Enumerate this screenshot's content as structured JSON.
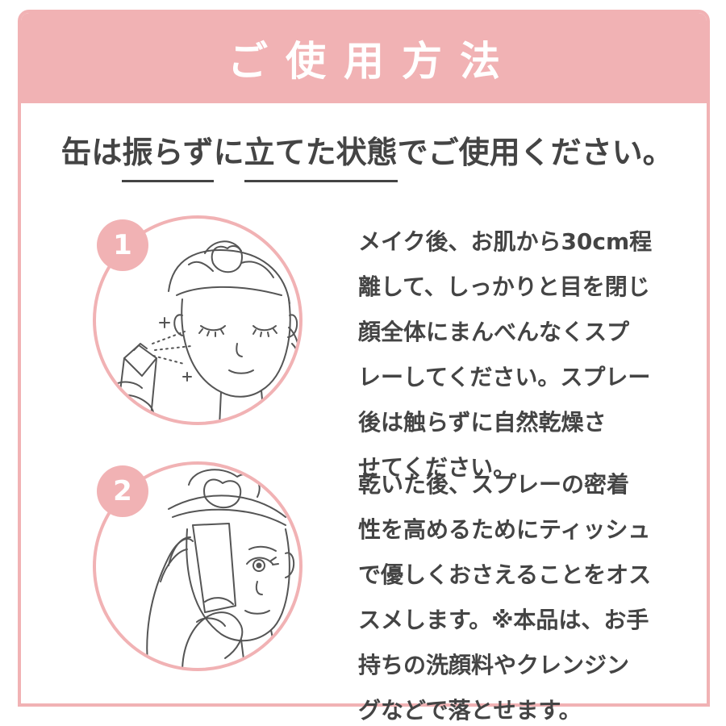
{
  "header": {
    "title": "ご使用方法"
  },
  "instruction": {
    "p1": "缶は",
    "u1": "振らず",
    "p2": "に",
    "u2": "立てた状態",
    "p3": "でご使用ください。"
  },
  "steps": [
    {
      "number": "1",
      "lines": [
        "メイク後、お肌から30cm程",
        "離して、しっかりと目を閉じ",
        "顔全体にまんべんなくスプ",
        "レーしてください。スプレー",
        "後は触らずに自然乾燥さ",
        "せてください。"
      ]
    },
    {
      "number": "2",
      "lines": [
        "乾いた後、スプレーの密着",
        "性を高めるためにティッシュ",
        "で優しくおさえることをオス",
        "スメします。※本品は、お手",
        "持ちの洗顔料やクレンジン",
        "グなどで落とせます。"
      ]
    }
  ],
  "colors": {
    "accent": "#f1b2b4",
    "text": "#444444",
    "line": "#555555"
  }
}
